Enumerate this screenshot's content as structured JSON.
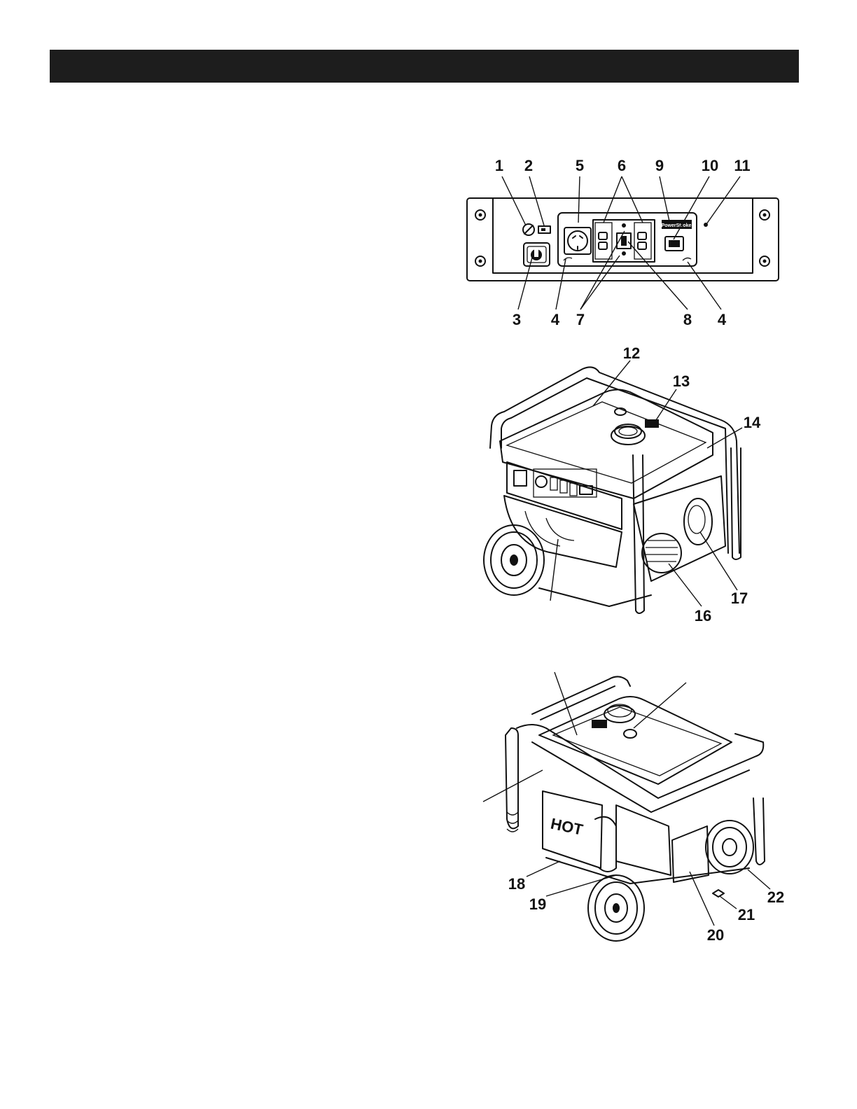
{
  "colors": {
    "header_bar": "#1d1d1d",
    "ink": "#111111",
    "paper": "#ffffff"
  },
  "figures": {
    "control_panel": {
      "callouts_top": [
        "1",
        "2",
        "5",
        "6",
        "9",
        "10",
        "11"
      ],
      "callouts_bottom": [
        "3",
        "4",
        "7",
        "8",
        "4"
      ],
      "brand_label": "PowerStroke"
    },
    "front_view": {
      "callouts": [
        "12",
        "13",
        "14",
        "16",
        "17"
      ]
    },
    "rear_view": {
      "callouts": [
        "18",
        "19",
        "20",
        "21",
        "22"
      ],
      "muffler_label": "HOT"
    }
  }
}
